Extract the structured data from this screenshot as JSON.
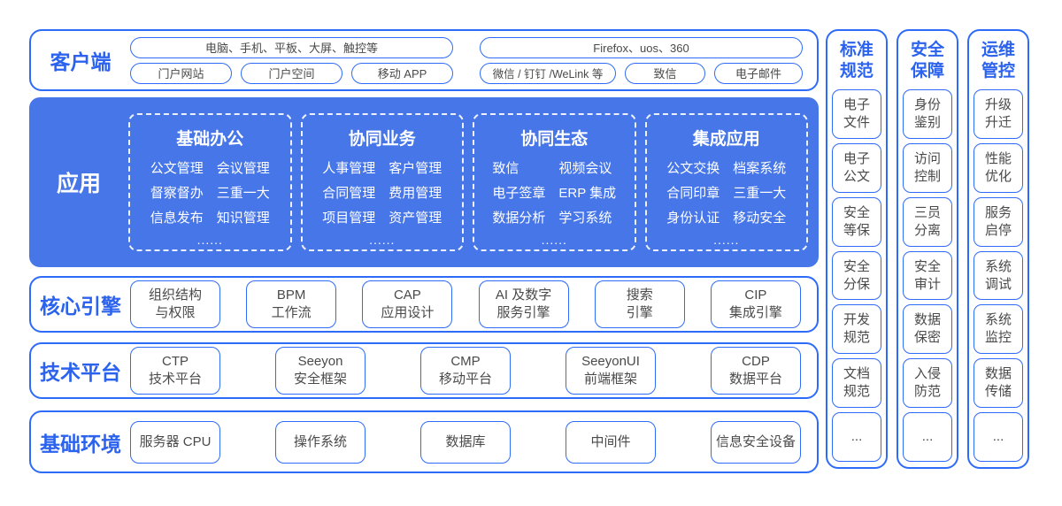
{
  "colors": {
    "border_blue": "#2E6BF8",
    "label_blue": "#2B62EE",
    "app_fill": "#4676E8",
    "pill_text": "#4A4A4A",
    "app_text": "#FFFFFF"
  },
  "client": {
    "label": "客户端",
    "devices_pill": "电脑、手机、平板、大屏、触控等",
    "portal_pills": [
      "门户网站",
      "门户空间",
      "移动 APP"
    ],
    "browser_pill": "Firefox、uos、360",
    "channel_pills": [
      "微信 / 钉钉 /WeLink 等",
      "致信",
      "电子邮件"
    ]
  },
  "application": {
    "label": "应用",
    "groups": [
      {
        "title": "基础办公",
        "items": [
          "公文管理",
          "会议管理",
          "督察督办",
          "三重一大",
          "信息发布",
          "知识管理"
        ],
        "more": "......"
      },
      {
        "title": "协同业务",
        "items": [
          "人事管理",
          "客户管理",
          "合同管理",
          "费用管理",
          "项目管理",
          "资产管理"
        ],
        "more": "......"
      },
      {
        "title": "协同生态",
        "items": [
          "致信",
          "视频会议",
          "电子签章",
          "ERP 集成",
          "数据分析",
          "学习系统"
        ],
        "more": "......"
      },
      {
        "title": "集成应用",
        "items": [
          "公文交换",
          "档案系统",
          "合同印章",
          "三重一大",
          "身份认证",
          "移动安全"
        ],
        "more": "......"
      }
    ]
  },
  "engine": {
    "label": "核心引擎",
    "items": [
      [
        "组织结构",
        "与权限"
      ],
      [
        "BPM",
        "工作流"
      ],
      [
        "CAP",
        "应用设计"
      ],
      [
        "AI 及数字",
        "服务引擎"
      ],
      [
        "搜索",
        "引擎"
      ],
      [
        "CIP",
        "集成引擎"
      ]
    ]
  },
  "tech": {
    "label": "技术平台",
    "items": [
      [
        "CTP",
        "技术平台"
      ],
      [
        "Seeyon",
        "安全框架"
      ],
      [
        "CMP",
        "移动平台"
      ],
      [
        "SeeyonUI",
        "前端框架"
      ],
      [
        "CDP",
        "数据平台"
      ]
    ]
  },
  "base": {
    "label": "基础环境",
    "items": [
      "服务器 CPU",
      "操作系统",
      "数据库",
      "中间件",
      "信息安全设备"
    ]
  },
  "columns": [
    {
      "title_l1": "标准",
      "title_l2": "规范",
      "items": [
        [
          "电子",
          "文件"
        ],
        [
          "电子",
          "公文"
        ],
        [
          "安全",
          "等保"
        ],
        [
          "安全",
          "分保"
        ],
        [
          "开发",
          "规范"
        ],
        [
          "文档",
          "规范"
        ],
        [
          "..."
        ]
      ]
    },
    {
      "title_l1": "安全",
      "title_l2": "保障",
      "items": [
        [
          "身份",
          "鉴别"
        ],
        [
          "访问",
          "控制"
        ],
        [
          "三员",
          "分离"
        ],
        [
          "安全",
          "审计"
        ],
        [
          "数据",
          "保密"
        ],
        [
          "入侵",
          "防范"
        ],
        [
          "..."
        ]
      ]
    },
    {
      "title_l1": "运维",
      "title_l2": "管控",
      "items": [
        [
          "升级",
          "升迁"
        ],
        [
          "性能",
          "优化"
        ],
        [
          "服务",
          "启停"
        ],
        [
          "系统",
          "调试"
        ],
        [
          "系统",
          "监控"
        ],
        [
          "数据",
          "传储"
        ],
        [
          "..."
        ]
      ]
    }
  ]
}
